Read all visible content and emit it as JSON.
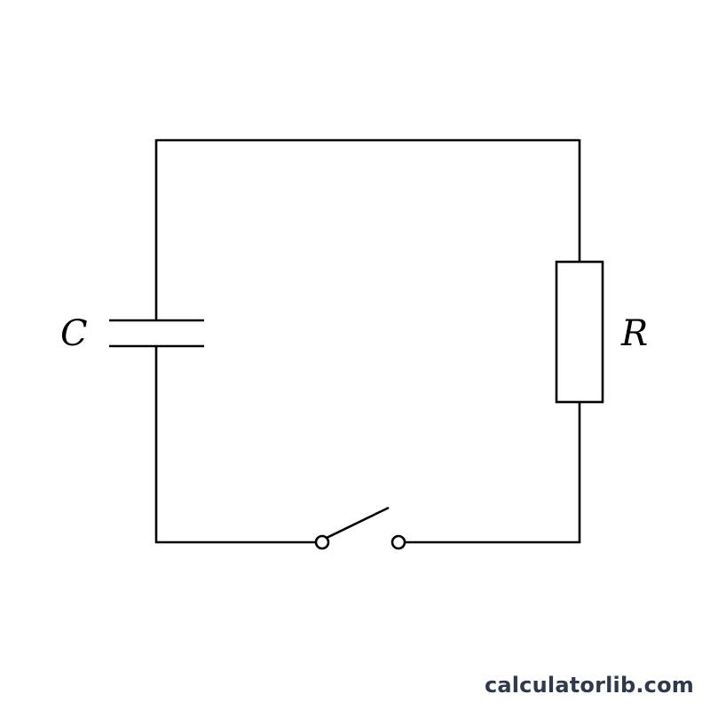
{
  "diagram": {
    "capacitor_label": "C",
    "resistor_label": "R"
  },
  "watermark": "calculatorlib.com",
  "colors": {
    "line": "#000000",
    "background": "#ffffff",
    "watermark": "#2e3a4b"
  }
}
